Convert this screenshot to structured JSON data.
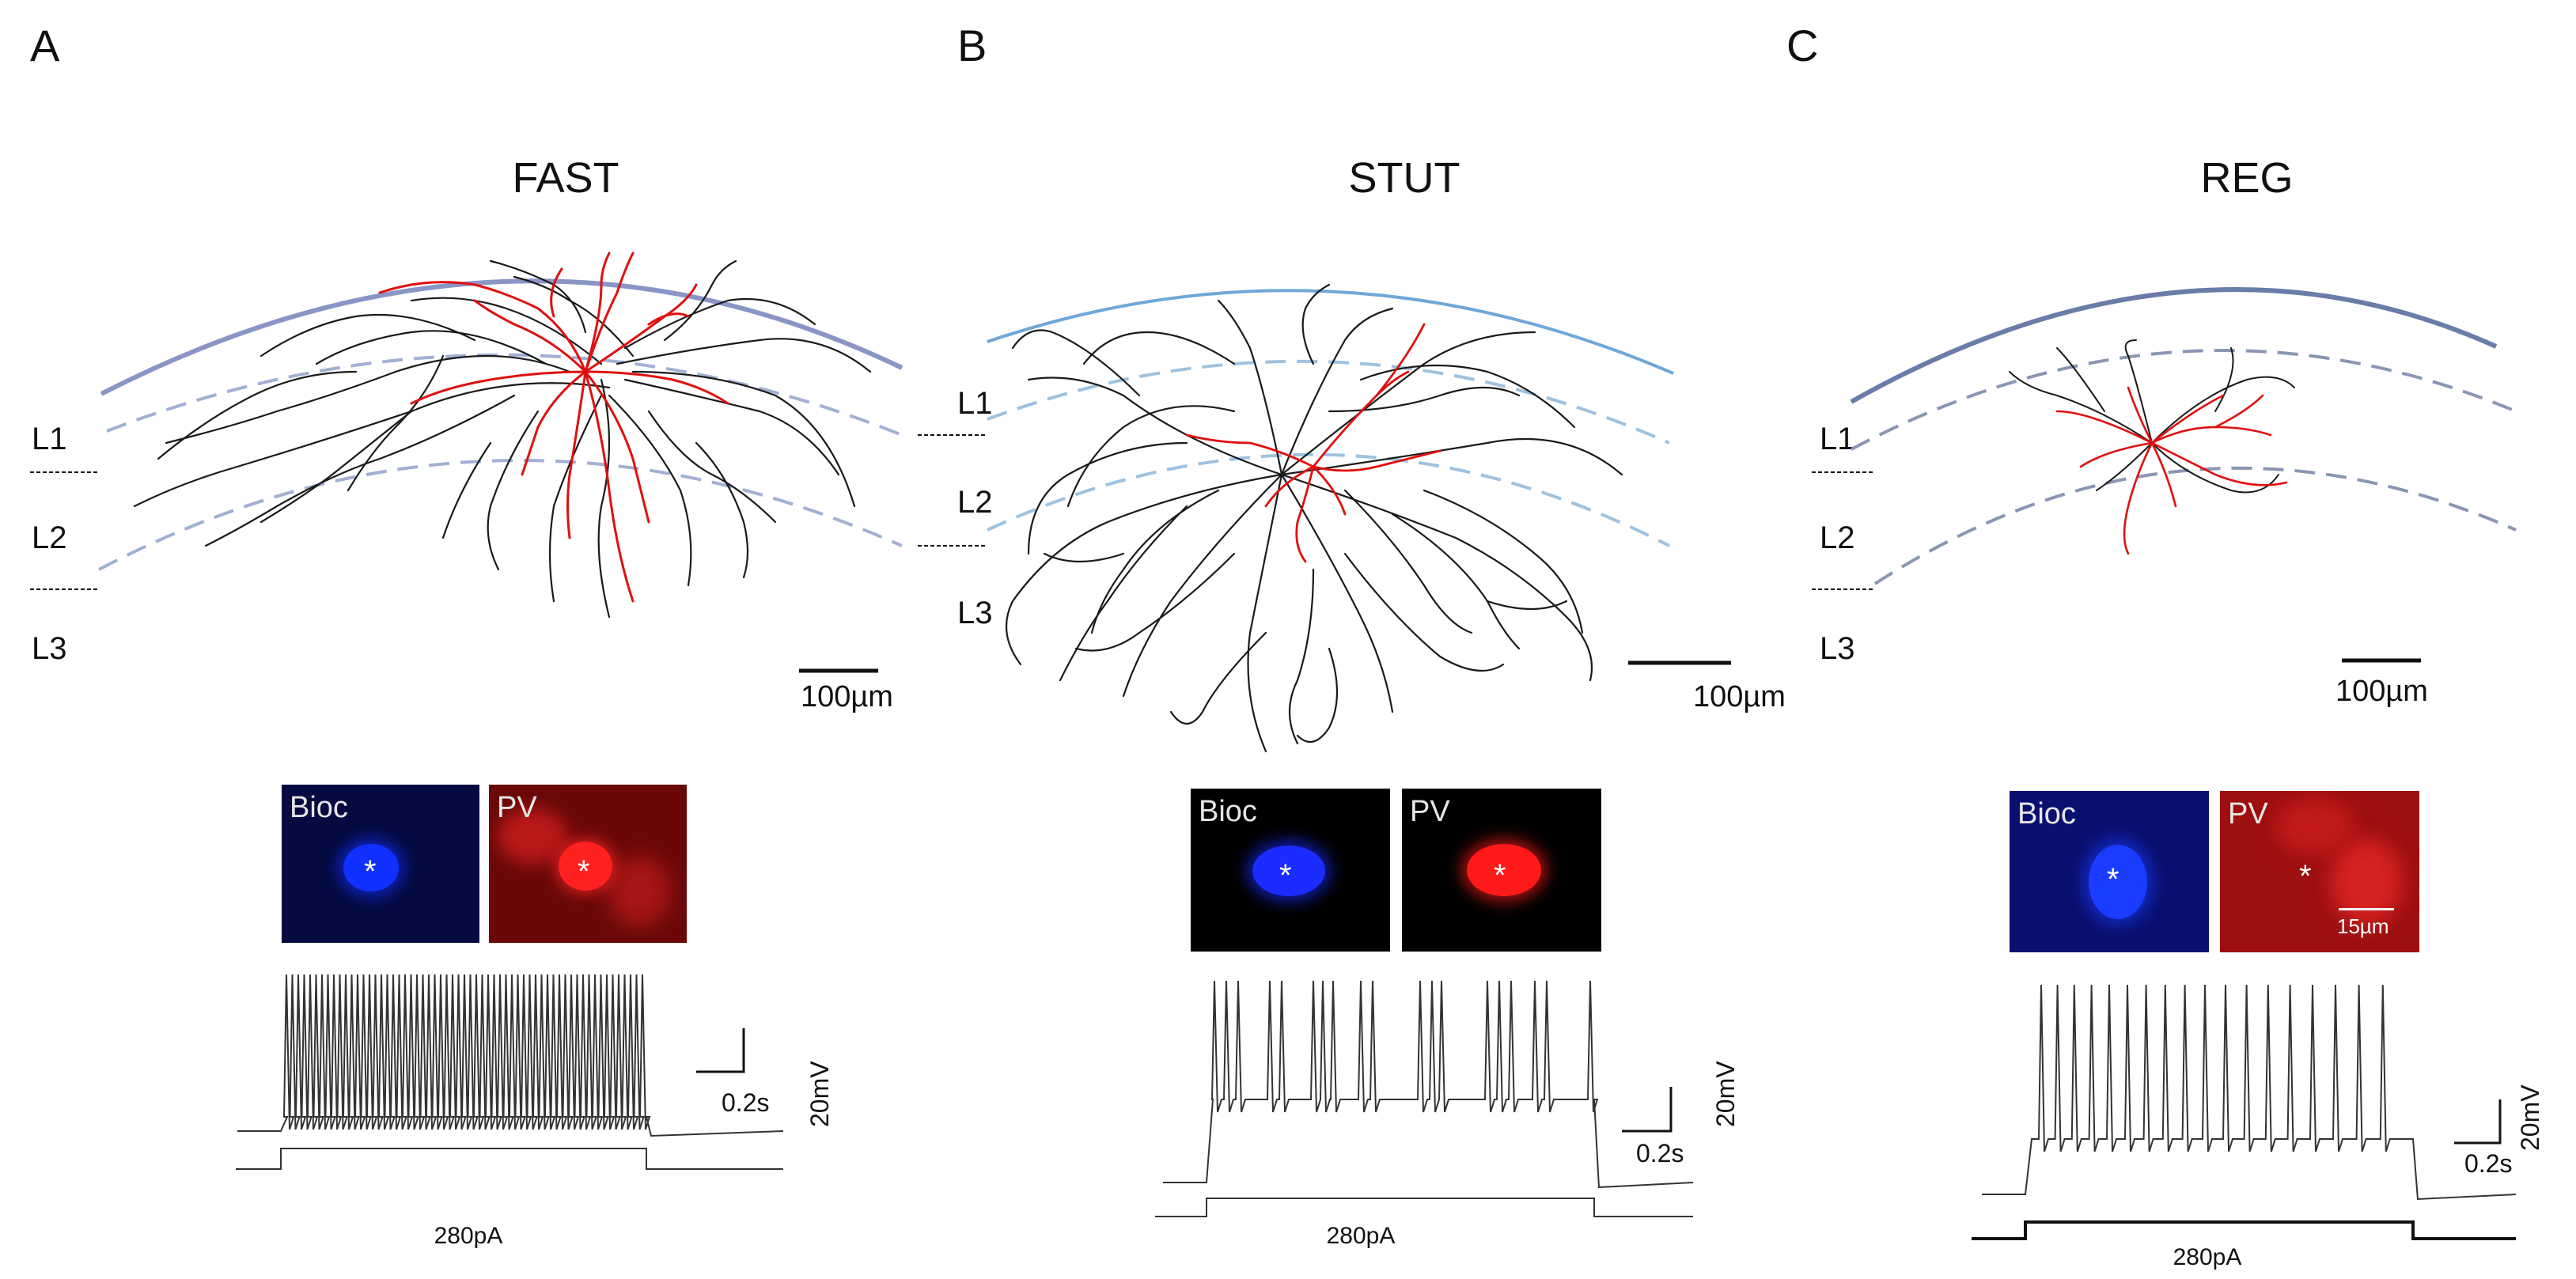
{
  "panels": [
    {
      "letter": "A",
      "title": "FAST",
      "layers": [
        "L1",
        "L2",
        "L3"
      ],
      "morph_scale": "100µm",
      "stain_labels": [
        "Bioc",
        "PV"
      ],
      "stain_marker": "*",
      "ephys_scale_time": "0.2s",
      "ephys_scale_voltage": "20mV",
      "stimulus": "280pA"
    },
    {
      "letter": "B",
      "title": "STUT",
      "layers": [
        "L1",
        "L2",
        "L3"
      ],
      "morph_scale": "100µm",
      "stain_labels": [
        "Bioc",
        "PV"
      ],
      "stain_marker": "*",
      "ephys_scale_time": "0.2s",
      "ephys_scale_voltage": "20mV",
      "stimulus": "280pA"
    },
    {
      "letter": "C",
      "title": "REG",
      "layers": [
        "L1",
        "L2",
        "L3"
      ],
      "morph_scale": "100µm",
      "stain_labels": [
        "Bioc",
        "PV"
      ],
      "stain_marker": "*",
      "image_scale": "15µm",
      "ephys_scale_time": "0.2s",
      "ephys_scale_voltage": "20mV",
      "stimulus": "280pA"
    }
  ],
  "colors": {
    "axon": "#1a1a1a",
    "dendrite": "#e01010",
    "pia": "#8090c0",
    "layer_boundary": "#8aa0c8",
    "biocytin": "#0000e0",
    "pv": "#e00000"
  }
}
